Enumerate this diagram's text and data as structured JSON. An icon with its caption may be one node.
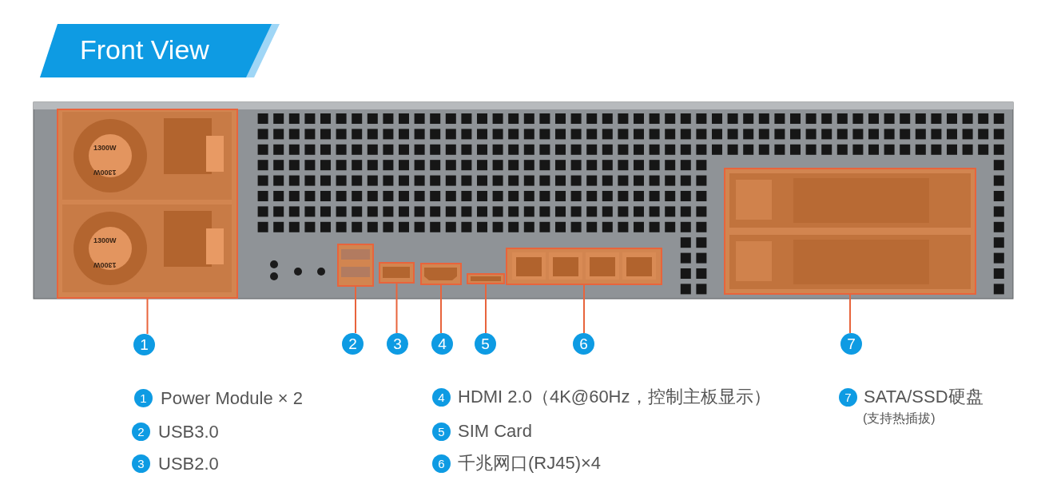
{
  "diagram": {
    "nodes": [
      {
        "text": [
          "Front View"
        ]
      },
      {
        "text": [],
        "shape": "box"
      },
      {
        "text": [],
        "shape": "box"
      },
      {
        "text": [],
        "shape": "box"
      },
      {
        "text": [],
        "shape": "box"
      },
      {
        "text": [],
        "shape": "box"
      },
      {
        "text": [],
        "shape": "box"
      },
      {
        "text": [],
        "shape": "box"
      },
      {
        "text": [
          "1"
        ]
      },
      {
        "text": [
          "2"
        ]
      },
      {
        "text": [
          "3"
        ]
      },
      {
        "text": [
          "4"
        ]
      },
      {
        "text": [
          "5"
        ]
      },
      {
        "text": [
          "6"
        ]
      },
      {
        "text": [
          "7"
        ]
      }
    ],
    "edges": [
      {
        "from": 8,
        "to": 1,
        "arrow": "none"
      },
      {
        "from": 9,
        "to": 2,
        "arrow": "none"
      },
      {
        "from": 10,
        "to": 3,
        "arrow": "none"
      },
      {
        "from": 11,
        "to": 4,
        "arrow": "none"
      },
      {
        "from": 12,
        "to": 5,
        "arrow": "none"
      },
      {
        "from": 13,
        "to": 6,
        "arrow": "none"
      },
      {
        "from": 14,
        "to": 7,
        "arrow": "none"
      }
    ],
    "labels": [
      "1300W",
      "1300W",
      "1300W",
      "1300W",
      "1",
      "Power Module × 2",
      "4",
      "HDMI 2.0（4K@60Hz，控制主板显示）",
      "7",
      "SATA/SSD硬盘",
      "(支持热插拔)",
      "2",
      "USB3.0",
      "5",
      "SIM Card",
      "3",
      "USB2.0",
      "6",
      "千兆网口(RJ45)×4"
    ]
  }
}
